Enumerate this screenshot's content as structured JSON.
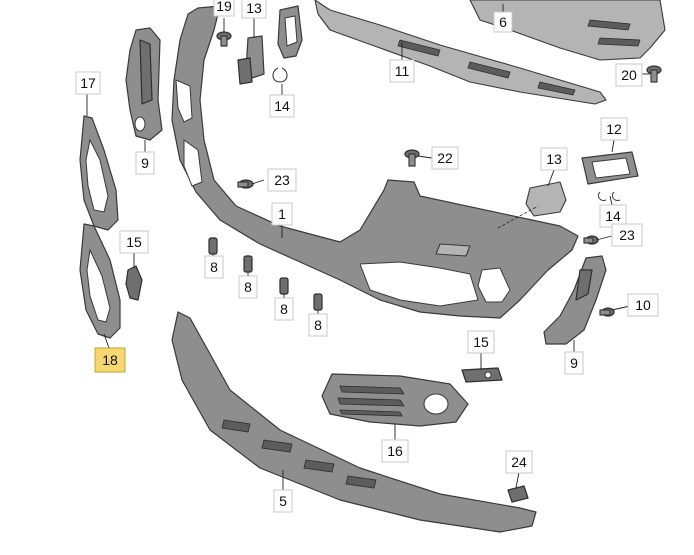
{
  "callouts": {
    "c1": "1",
    "c5": "5",
    "c6": "6",
    "c8a": "8",
    "c8b": "8",
    "c8c": "8",
    "c8d": "8",
    "c9a": "9",
    "c9b": "9",
    "c10": "10",
    "c11": "11",
    "c12": "12",
    "c13a": "13",
    "c13b": "13",
    "c14a": "14",
    "c14b": "14",
    "c15a": "15",
    "c15b": "15",
    "c16": "16",
    "c17": "17",
    "c18": "18",
    "c19": "19",
    "c20": "20",
    "c22": "22",
    "c23a": "23",
    "c23b": "23",
    "c24": "24"
  },
  "highlight": {
    "part": "18",
    "color": "#f6d873"
  }
}
